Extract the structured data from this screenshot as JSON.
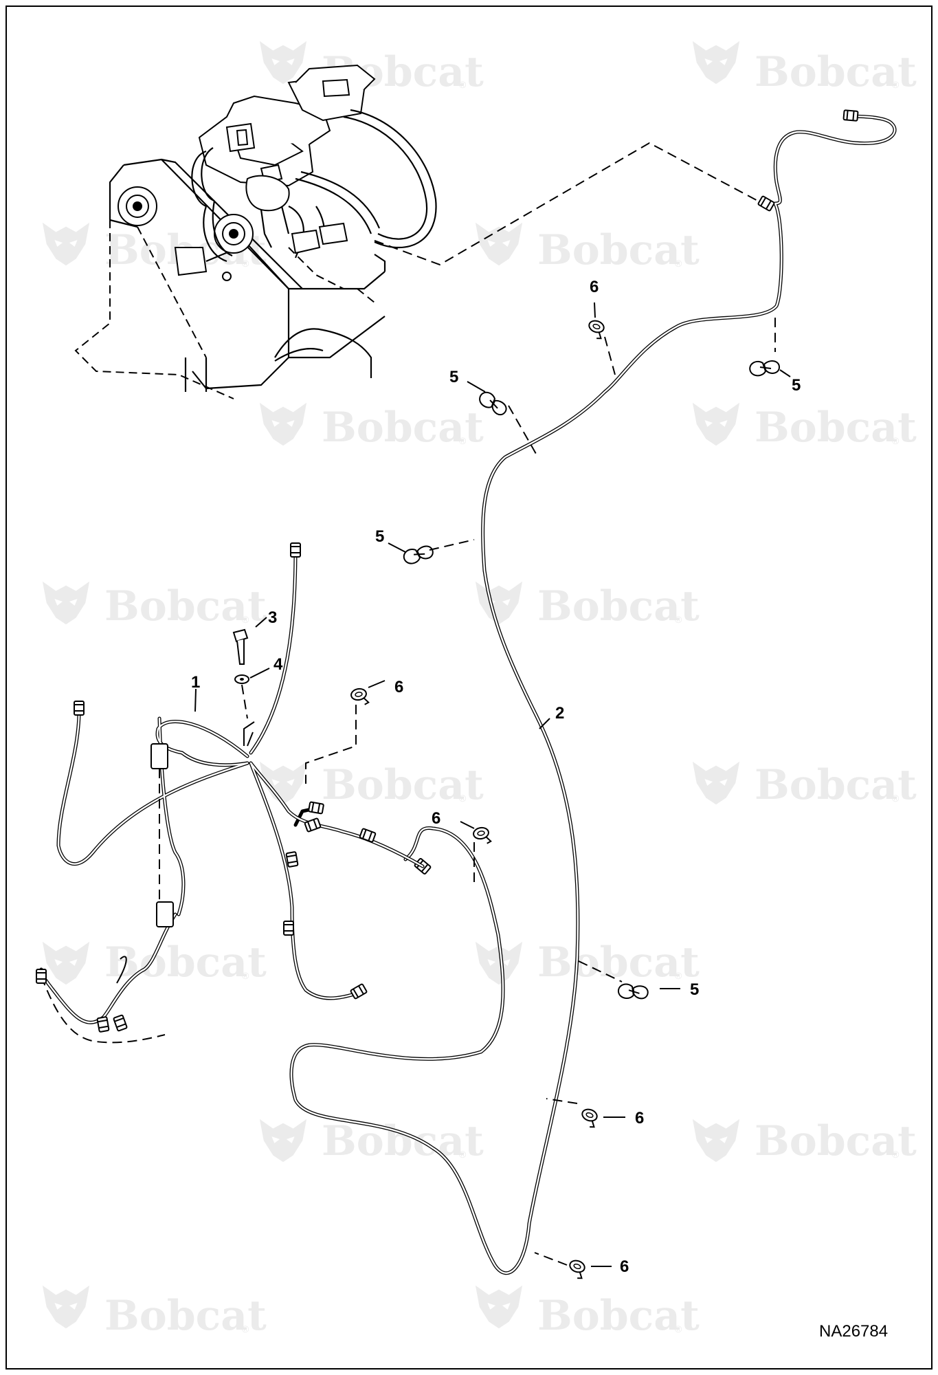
{
  "watermark": {
    "brand": "Bobcat",
    "registered": "®"
  },
  "callouts": {
    "c1": "1",
    "c2": "2",
    "c3": "3",
    "c4": "4",
    "c5a": "5",
    "c5b": "5",
    "c5c": "5",
    "c5d": "5",
    "c6a": "6",
    "c6b": "6",
    "c6c": "6",
    "c6d": "6",
    "c6e": "6"
  },
  "drawing_id": "NA26784",
  "colors": {
    "line": "#000000",
    "watermark": "#ebebeb",
    "background": "#ffffff"
  }
}
